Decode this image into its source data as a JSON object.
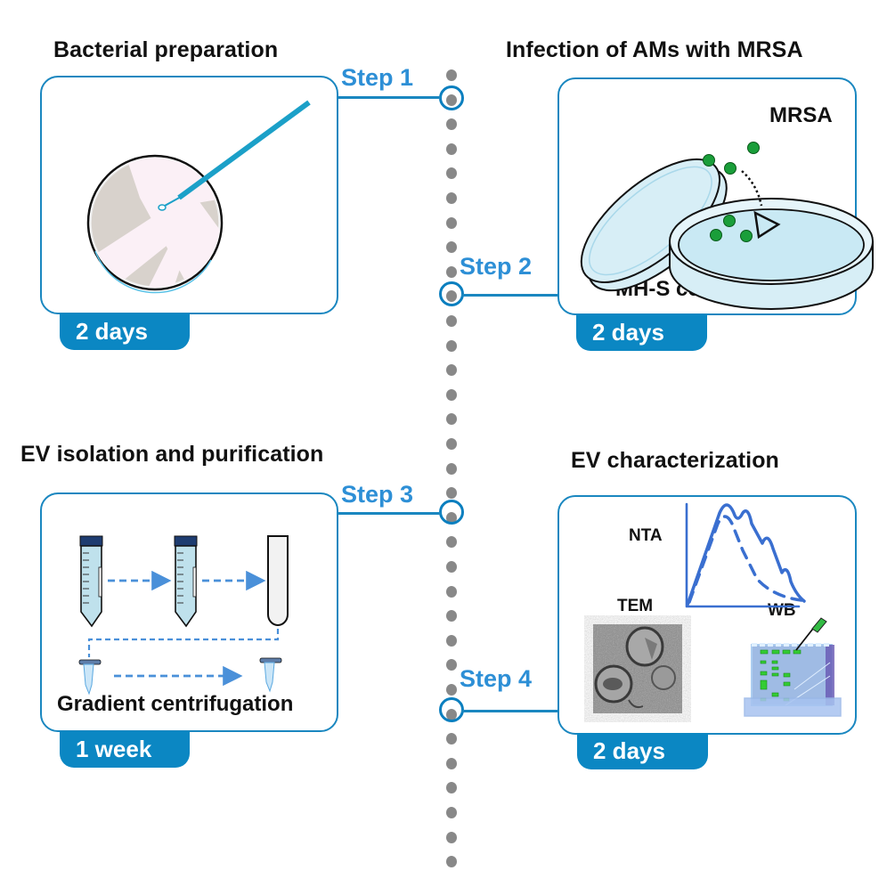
{
  "steps": [
    {
      "step_label": "Step 1",
      "title": "Bacterial preparation",
      "duration": "2 days"
    },
    {
      "step_label": "Step 2",
      "title": "Infection of AMs with MRSA",
      "duration": "2 days",
      "labels": {
        "bacteria": "MRSA",
        "cells": "MH-S cells"
      }
    },
    {
      "step_label": "Step 3",
      "title": "EV isolation and purification",
      "duration": "1 week",
      "labels": {
        "method": "Gradient centrifugation"
      }
    },
    {
      "step_label": "Step 4",
      "title": "EV  characterization",
      "duration": "2 days",
      "labels": {
        "nta": "NTA",
        "tem": "TEM",
        "wb": "WB"
      }
    }
  ],
  "colors": {
    "frame_blue": "#1a87c0",
    "badge_blue": "#0b87c3",
    "step_text_blue": "#2d8fd6",
    "timeline_dot_gray": "#888888",
    "bacteria_green": "#1a9e3a",
    "loop_teal": "#1ba0c8"
  }
}
